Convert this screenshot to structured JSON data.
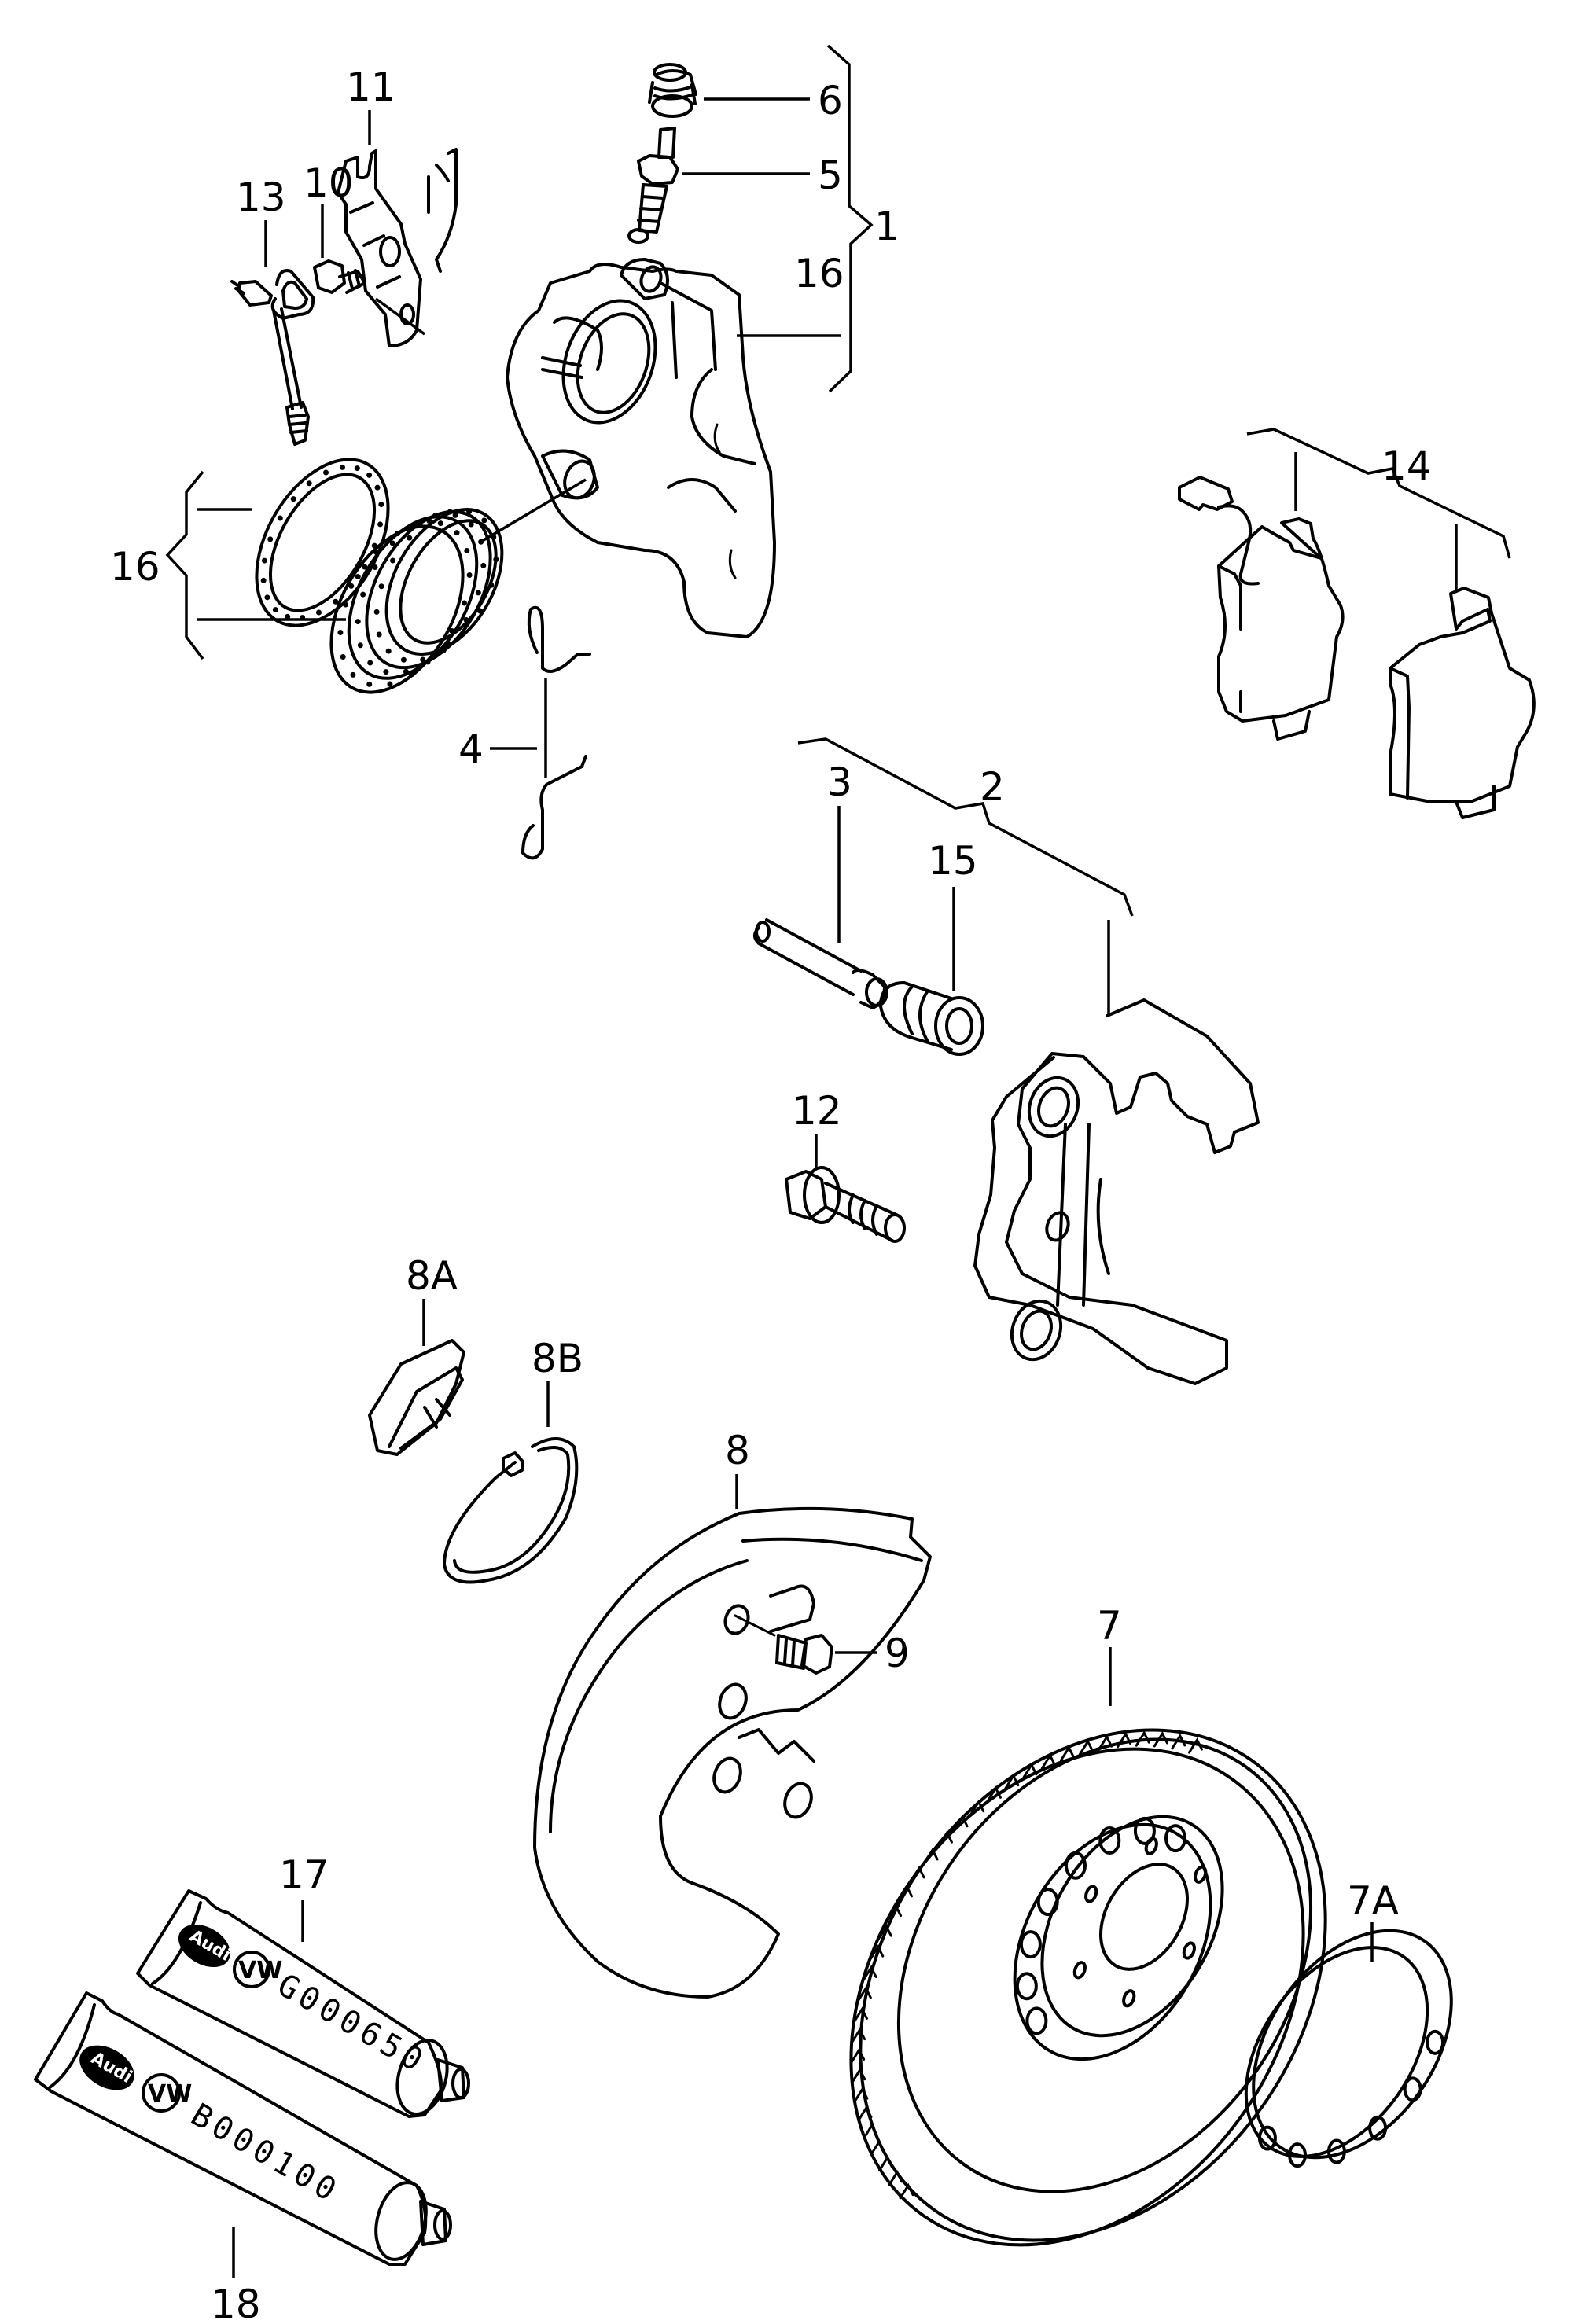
{
  "diagram": {
    "title": "Brake caliper / disc exploded parts diagram",
    "labels": {
      "p1": "1",
      "p2": "2",
      "p3": "3",
      "p4": "4",
      "p5": "5",
      "p6": "6",
      "p7": "7",
      "p7a": "7A",
      "p8": "8",
      "p8a": "8A",
      "p8b": "8B",
      "p9": "9",
      "p10": "10",
      "p11": "11",
      "p12": "12",
      "p13": "13",
      "p14": "14",
      "p15": "15",
      "p16_top": "16",
      "p16_left": "16",
      "p17": "17",
      "p18": "18"
    },
    "tubes": {
      "tube17": {
        "brand1": "Audi",
        "brand2": "VW",
        "code": "G000650"
      },
      "tube18": {
        "brand1": "Audi",
        "brand2": "VW",
        "code": "B000100"
      }
    }
  }
}
